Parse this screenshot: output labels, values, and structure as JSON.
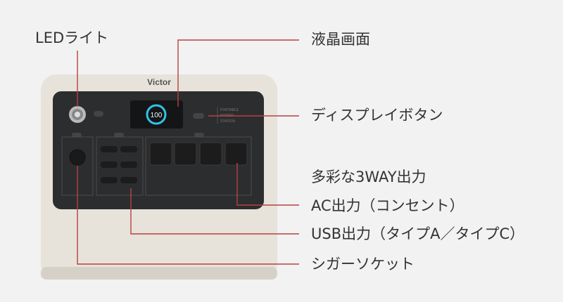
{
  "brand": "Victor",
  "panel_text": "PORTABLE POWER STATION",
  "lcd_value": "100",
  "callouts": {
    "led_light": "LEDライト",
    "lcd_screen": "液晶画面",
    "display_button": "ディスプレイボタン",
    "three_way_output": "多彩な3WAY出力",
    "ac_output": "AC出力（コンセント）",
    "usb_output": "USB出力（タイプA／タイプC）",
    "cigar_socket": "シガーソケット"
  },
  "colors": {
    "leader_line": "#b8413f",
    "body": "#e7e3da",
    "panel": "#2c2d2f",
    "lcd_ring": "#2fc3e8"
  }
}
